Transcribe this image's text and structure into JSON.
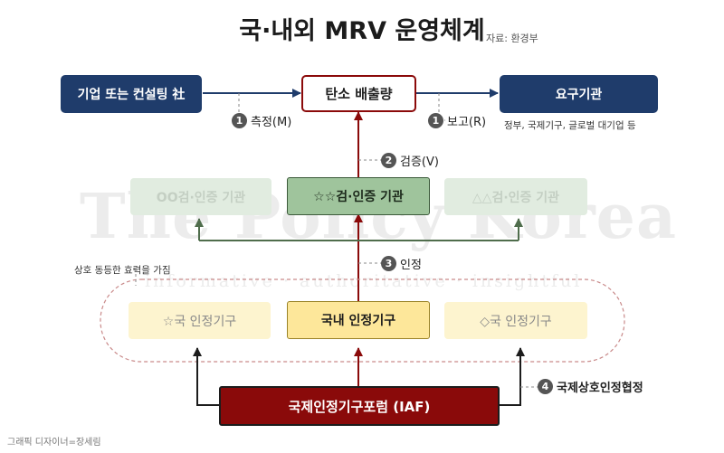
{
  "title": "국·내외 MRV 운영체계",
  "source": "자료: 환경부",
  "watermark": {
    "main": "The Policy Korea",
    "sub": "informative · authoritative · insightful"
  },
  "nodes": {
    "company": "기업 또는 컨설팅 社",
    "carbon": "탄소 배출량",
    "requester": "요구기관",
    "verifier_oo": "OO검·인증 기관",
    "verifier_star": "☆☆검·인증 기관",
    "verifier_tri": "△△검·인증 기관",
    "accred_star": "☆국 인정기구",
    "accred_domestic": "국내 인정기구",
    "accred_diamond": "◇국 인정기구",
    "iaf": "국제인정기구포럼 (IAF)"
  },
  "steps": {
    "measure": {
      "num": "1",
      "label": "측정(M)"
    },
    "report": {
      "num": "1",
      "label": "보고(R)"
    },
    "verify": {
      "num": "2",
      "label": "검증(V)"
    },
    "accredit": {
      "num": "3",
      "label": "인정"
    },
    "agreement": {
      "num": "4",
      "label": "국제상호인정협정"
    }
  },
  "notes": {
    "requester_examples": "정부, 국제기구, 글로벌 대기업 등",
    "equal_effect": "상호 동등한 효력을 가짐"
  },
  "credit": "그래픽 디자이너=장세림",
  "colors": {
    "navy": "#1f3c6b",
    "dark_red": "#8a0a0a",
    "green": "#9fc49c",
    "yellow": "#fde79a",
    "arrow_green": "#4f6d4c",
    "arrow_dark": "#1c1c1c"
  }
}
